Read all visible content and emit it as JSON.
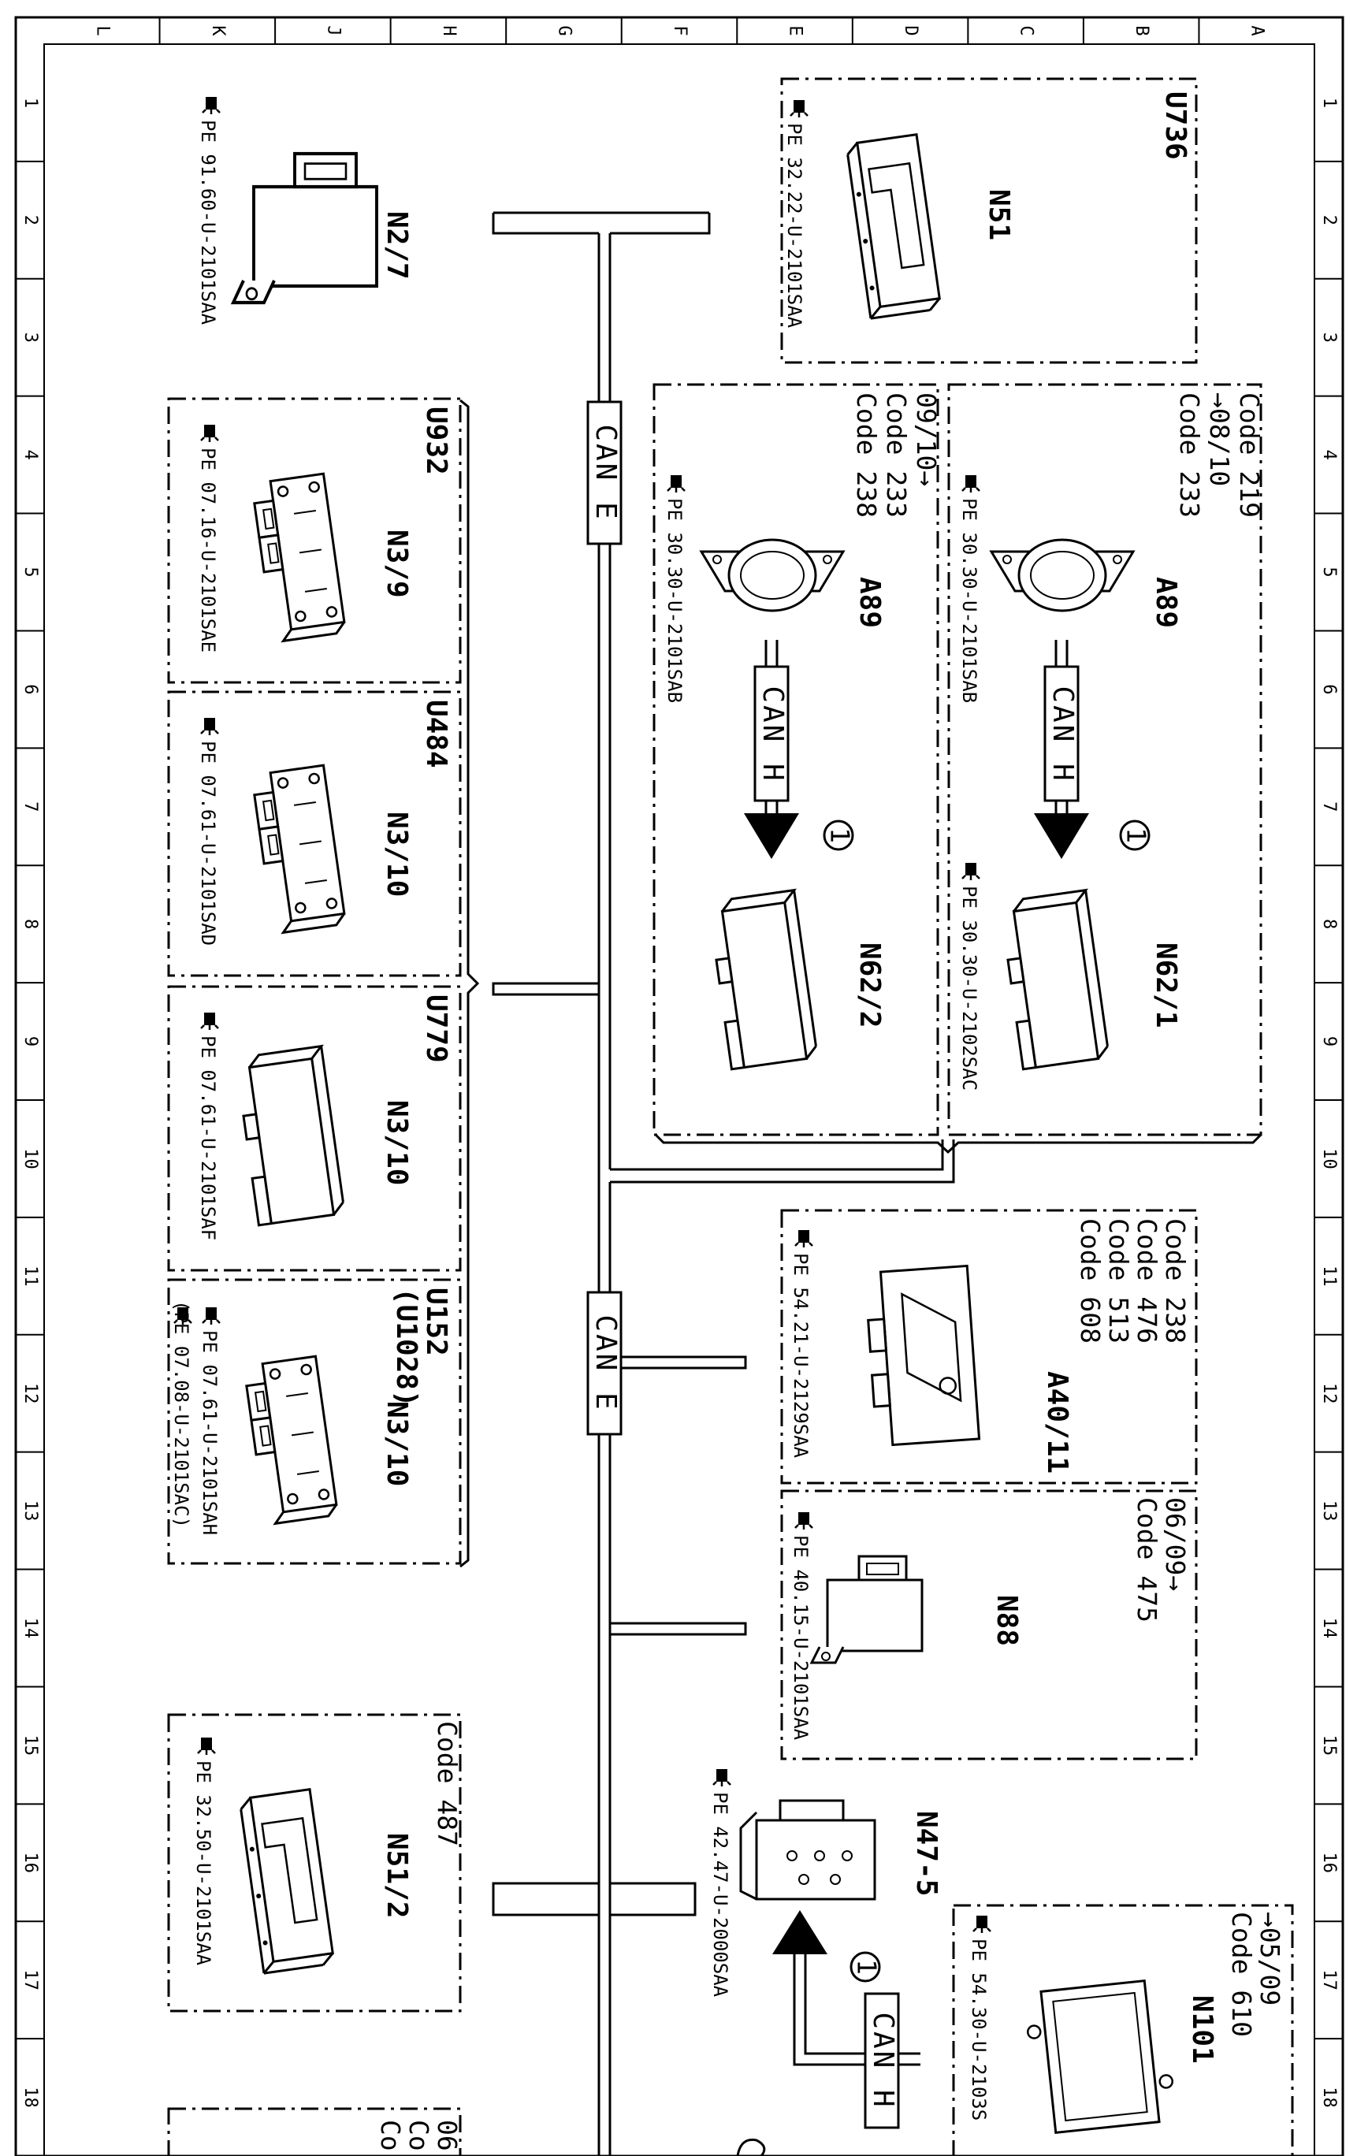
{
  "grid": {
    "columns": [
      "L",
      "K",
      "J",
      "H",
      "G",
      "F",
      "E",
      "D",
      "C",
      "B",
      "A"
    ],
    "rows": [
      "1",
      "2",
      "3",
      "4",
      "5",
      "6",
      "7",
      "8",
      "9",
      "10",
      "11",
      "12",
      "13",
      "14",
      "15",
      "16",
      "17",
      "18"
    ]
  },
  "bus": {
    "upper_label": "CAN E",
    "lower_label": "CAN E",
    "sub_label": "CAN H"
  },
  "components": [
    {
      "id": "N51",
      "box": "U736",
      "pe": "PE 32.22-U-2101SAA"
    },
    {
      "id": "N2/7",
      "pe": "PE 91.60-U-2101SAA"
    },
    {
      "id": "A89",
      "codes": [
        "Code 219",
        "→08/10",
        "Code 233"
      ],
      "pe": "PE 30.30-U-2101SAB"
    },
    {
      "id": "N62/1",
      "pe": "PE 30.30-U-2102SAC"
    },
    {
      "id": "A89",
      "codes": [
        "09/10→",
        "Code 233",
        "Code 238"
      ],
      "pe": "PE 30.30-U-2101SAB"
    },
    {
      "id": "N62/2"
    },
    {
      "id": "N3/9",
      "box": "U932",
      "pe": "PE 07.16-U-2101SAE"
    },
    {
      "id": "N3/10",
      "box": "U484",
      "pe": "PE 07.61-U-2101SAD"
    },
    {
      "id": "N3/10",
      "box": "U779",
      "pe": "PE 07.61-U-2101SAF"
    },
    {
      "id": "N3/10",
      "box": "U152",
      "box2": "(U1028)",
      "pe": "PE 07.61-U-2101SAH",
      "pe2": "(PE 07.08-U-2101SAC)"
    },
    {
      "id": "A40/11",
      "codes": [
        "Code 238",
        "Code 476",
        "Code 513",
        "Code 608"
      ],
      "pe": "PE 54.21-U-2129SAA"
    },
    {
      "id": "N88",
      "codes": [
        "06/09→",
        "Code 475"
      ],
      "pe": "PE 40.15-U-2101SAA"
    },
    {
      "id": "N47-5",
      "pe": "PE 42.47-U-2000SAA"
    },
    {
      "id": "N51/2",
      "codes": [
        "Code 487"
      ],
      "pe": "PE 32.50-U-2101SAA"
    },
    {
      "id": "N101",
      "codes": [
        "→05/09",
        "Code 610"
      ],
      "pe": "PE 54.30-U-2103S"
    }
  ],
  "marker": "1",
  "bottom_fragment": [
    "06",
    "Co",
    "Co"
  ]
}
